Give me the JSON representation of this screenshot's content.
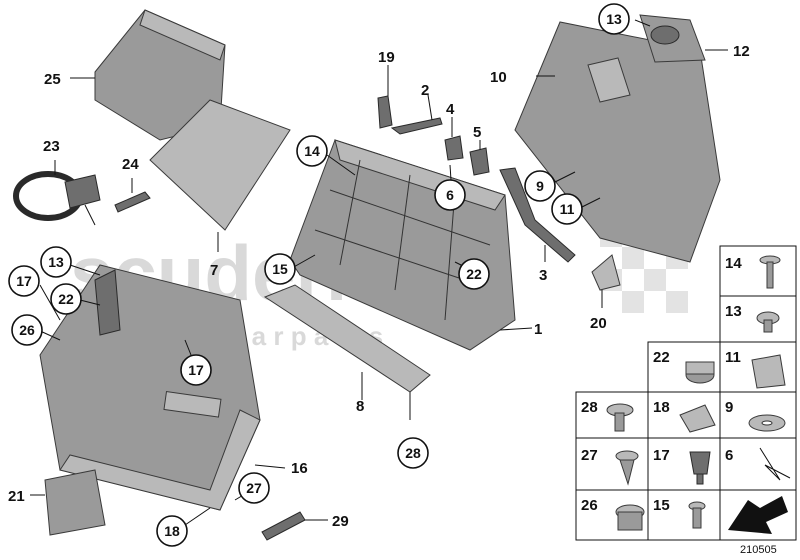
{
  "diagram_id": "210505",
  "watermark": {
    "main": "scuderia",
    "sub": "c a r   p a r t s"
  },
  "part_labels": {
    "p1": "1",
    "p2": "2",
    "p3": "3",
    "p4": "4",
    "p5": "5",
    "p6": "6",
    "p7": "7",
    "p8": "8",
    "p9": "9",
    "p10": "10",
    "p11": "11",
    "p12": "12",
    "p13": "13",
    "p14": "14",
    "p15": "15",
    "p16": "16",
    "p17": "17",
    "p19": "19",
    "p20": "20",
    "p21": "21",
    "p22": "22",
    "p23": "23",
    "p24": "24",
    "p25": "25",
    "p26": "26",
    "p27": "27",
    "p28": "28",
    "p29": "29",
    "p18": "18"
  },
  "legend": {
    "r1": [
      "14"
    ],
    "r2": [
      "13"
    ],
    "r3": [
      "22",
      "11"
    ],
    "r4": [
      "28",
      "18",
      "9"
    ],
    "r5": [
      "27",
      "17",
      "6"
    ],
    "r6": [
      "26",
      "15"
    ]
  }
}
